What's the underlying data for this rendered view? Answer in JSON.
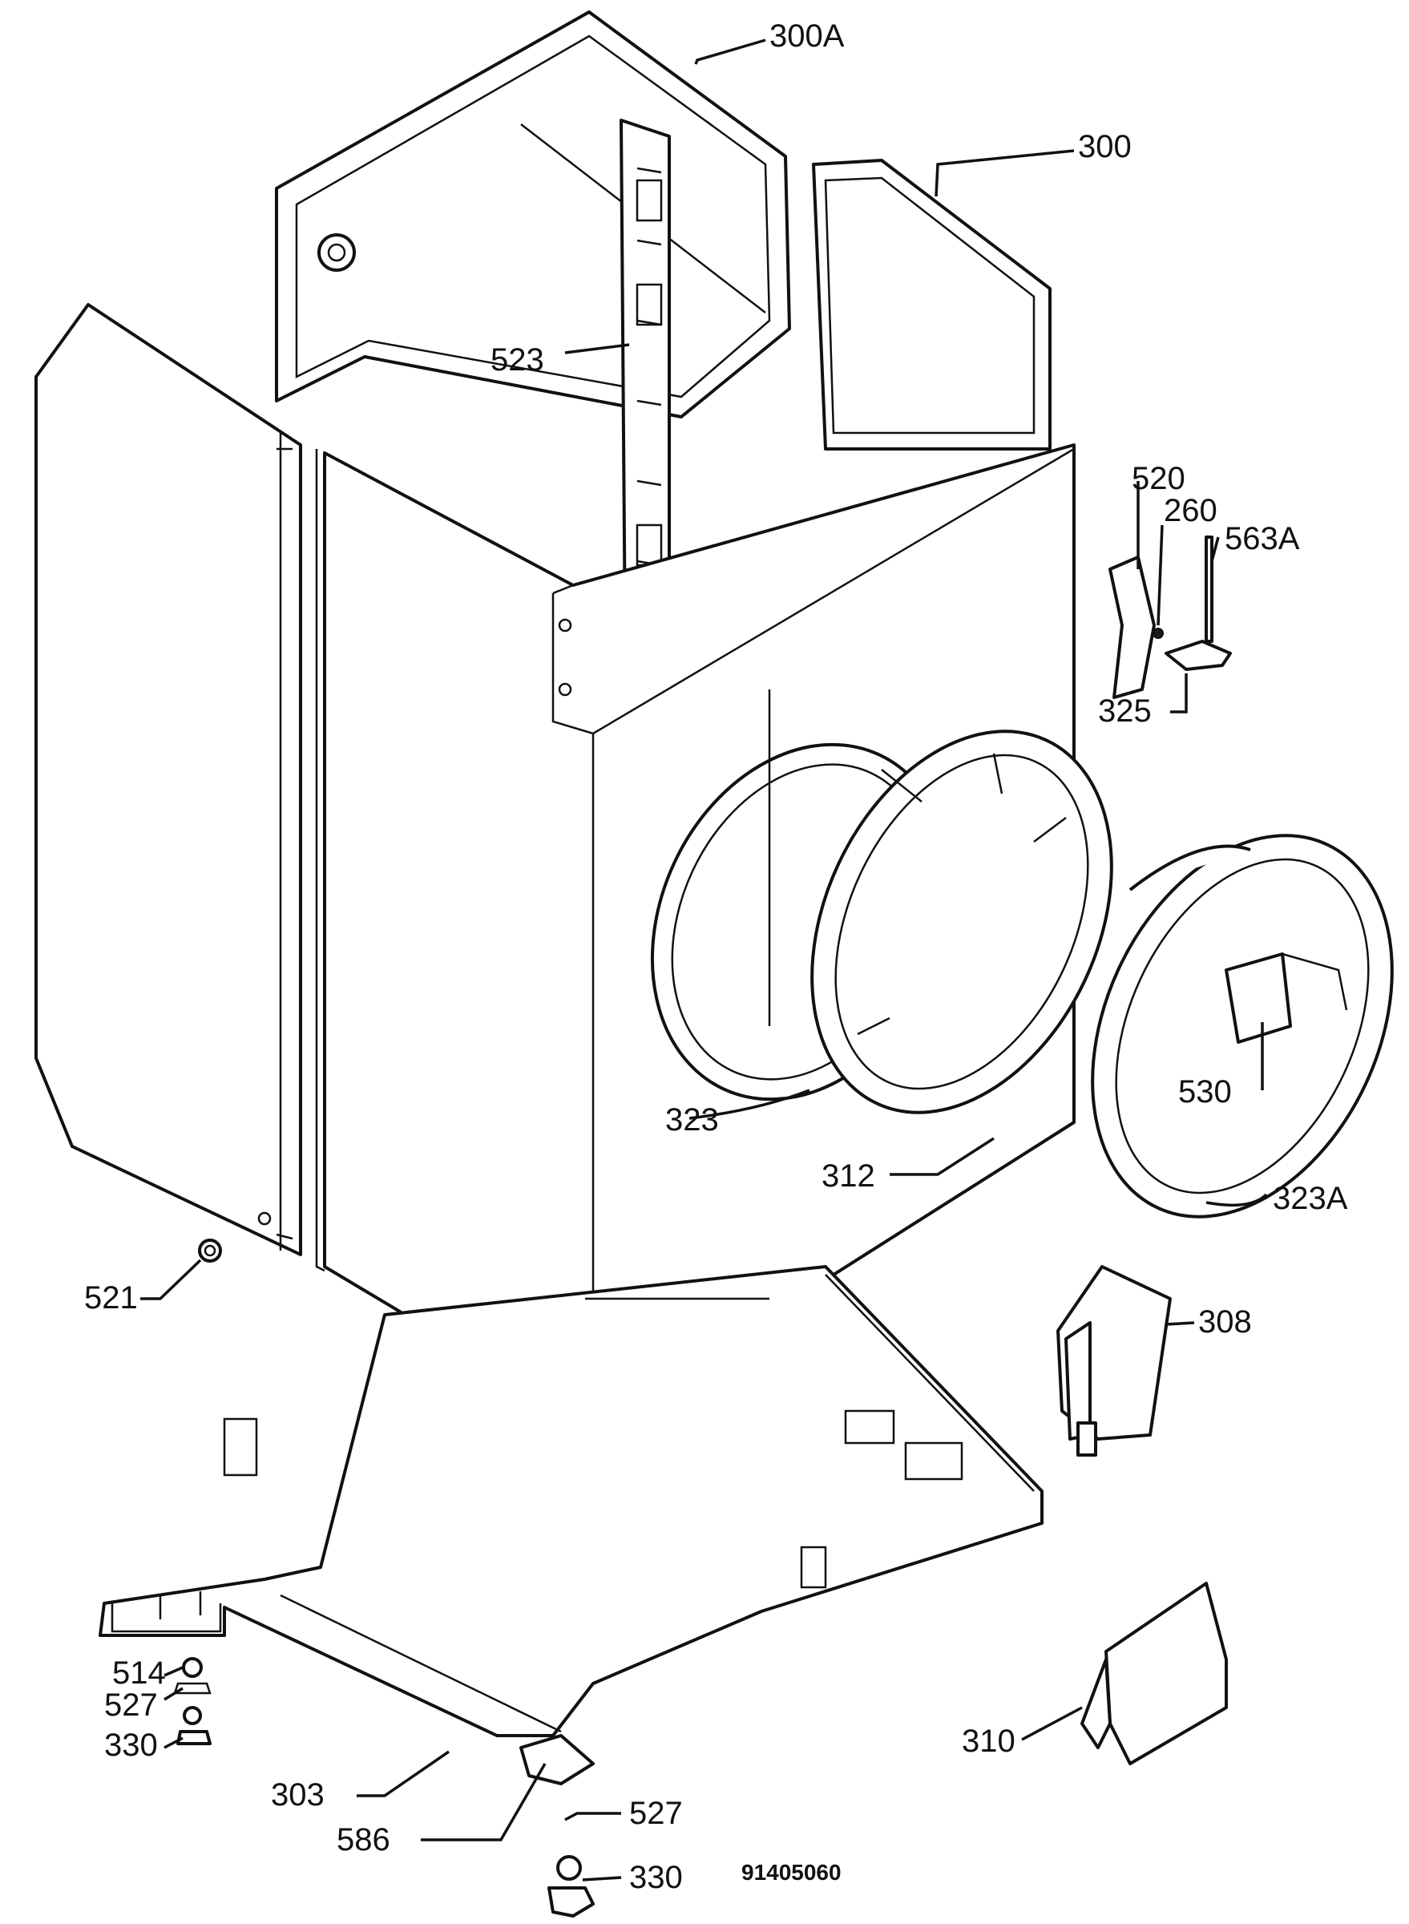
{
  "drawing_number": "91405060",
  "callouts": {
    "c300A": "300A",
    "c300": "300",
    "c523": "523",
    "c520": "520",
    "c260": "260",
    "c563A": "563A",
    "c325": "325",
    "c530": "530",
    "c323": "323",
    "c312": "312",
    "c323A": "323A",
    "c521": "521",
    "c308": "308",
    "c514": "514",
    "c527a": "527",
    "c330a": "330",
    "c303": "303",
    "c586": "586",
    "c527b": "527",
    "c330b": "330",
    "c310": "310"
  }
}
